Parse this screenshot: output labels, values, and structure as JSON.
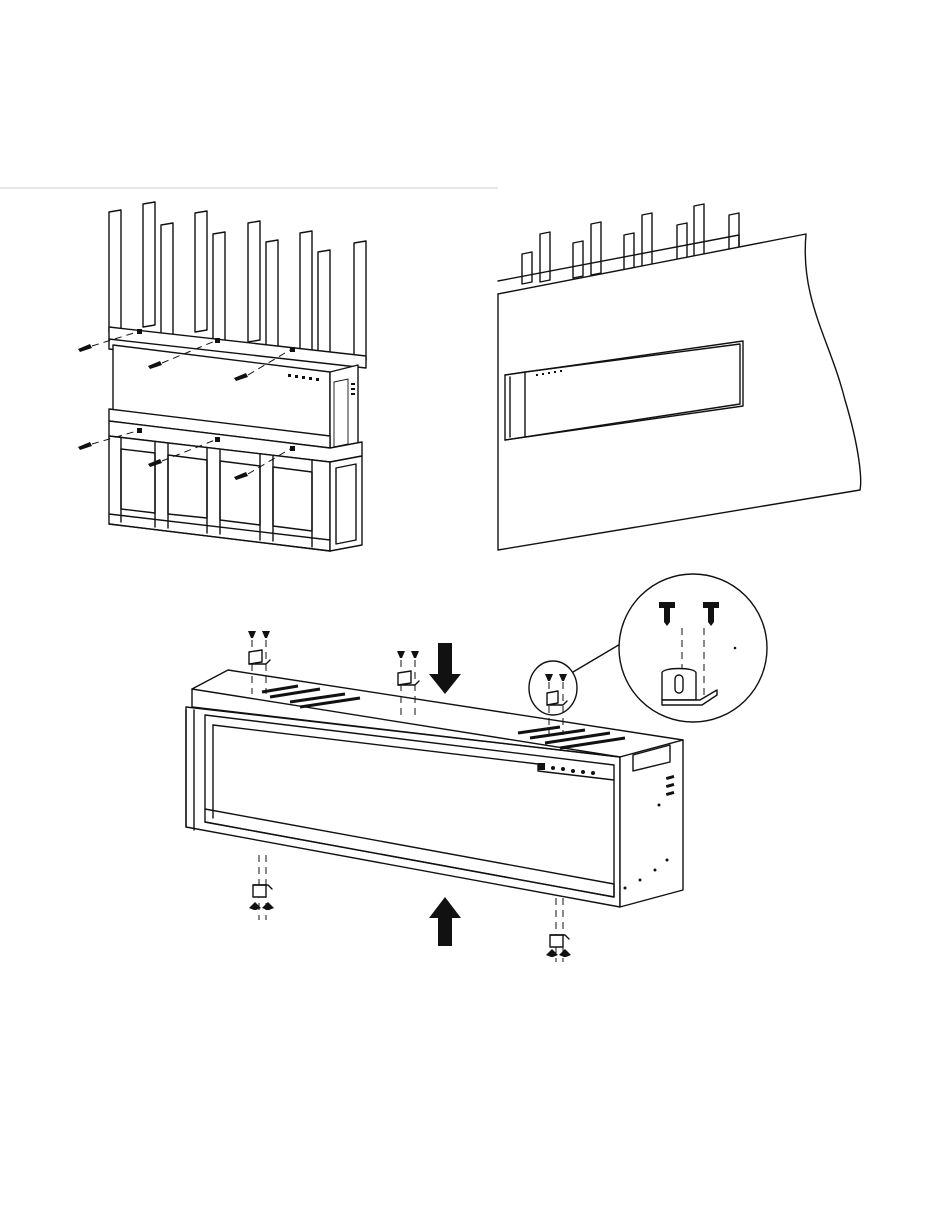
{
  "document": {
    "figures": [
      {
        "id": "frame-install",
        "description_visible_text": ""
      },
      {
        "id": "wall-finished",
        "description_visible_text": ""
      },
      {
        "id": "bracket-mounting",
        "description_visible_text": ""
      }
    ]
  },
  "icons": {
    "screw": "screw-icon",
    "arrow_down": "arrow-down-icon",
    "arrow_up": "arrow-up-icon",
    "bracket": "mounting-bracket-icon"
  },
  "colors": {
    "line": "#111111",
    "paper": "#ffffff",
    "rule": "#cccccc"
  }
}
